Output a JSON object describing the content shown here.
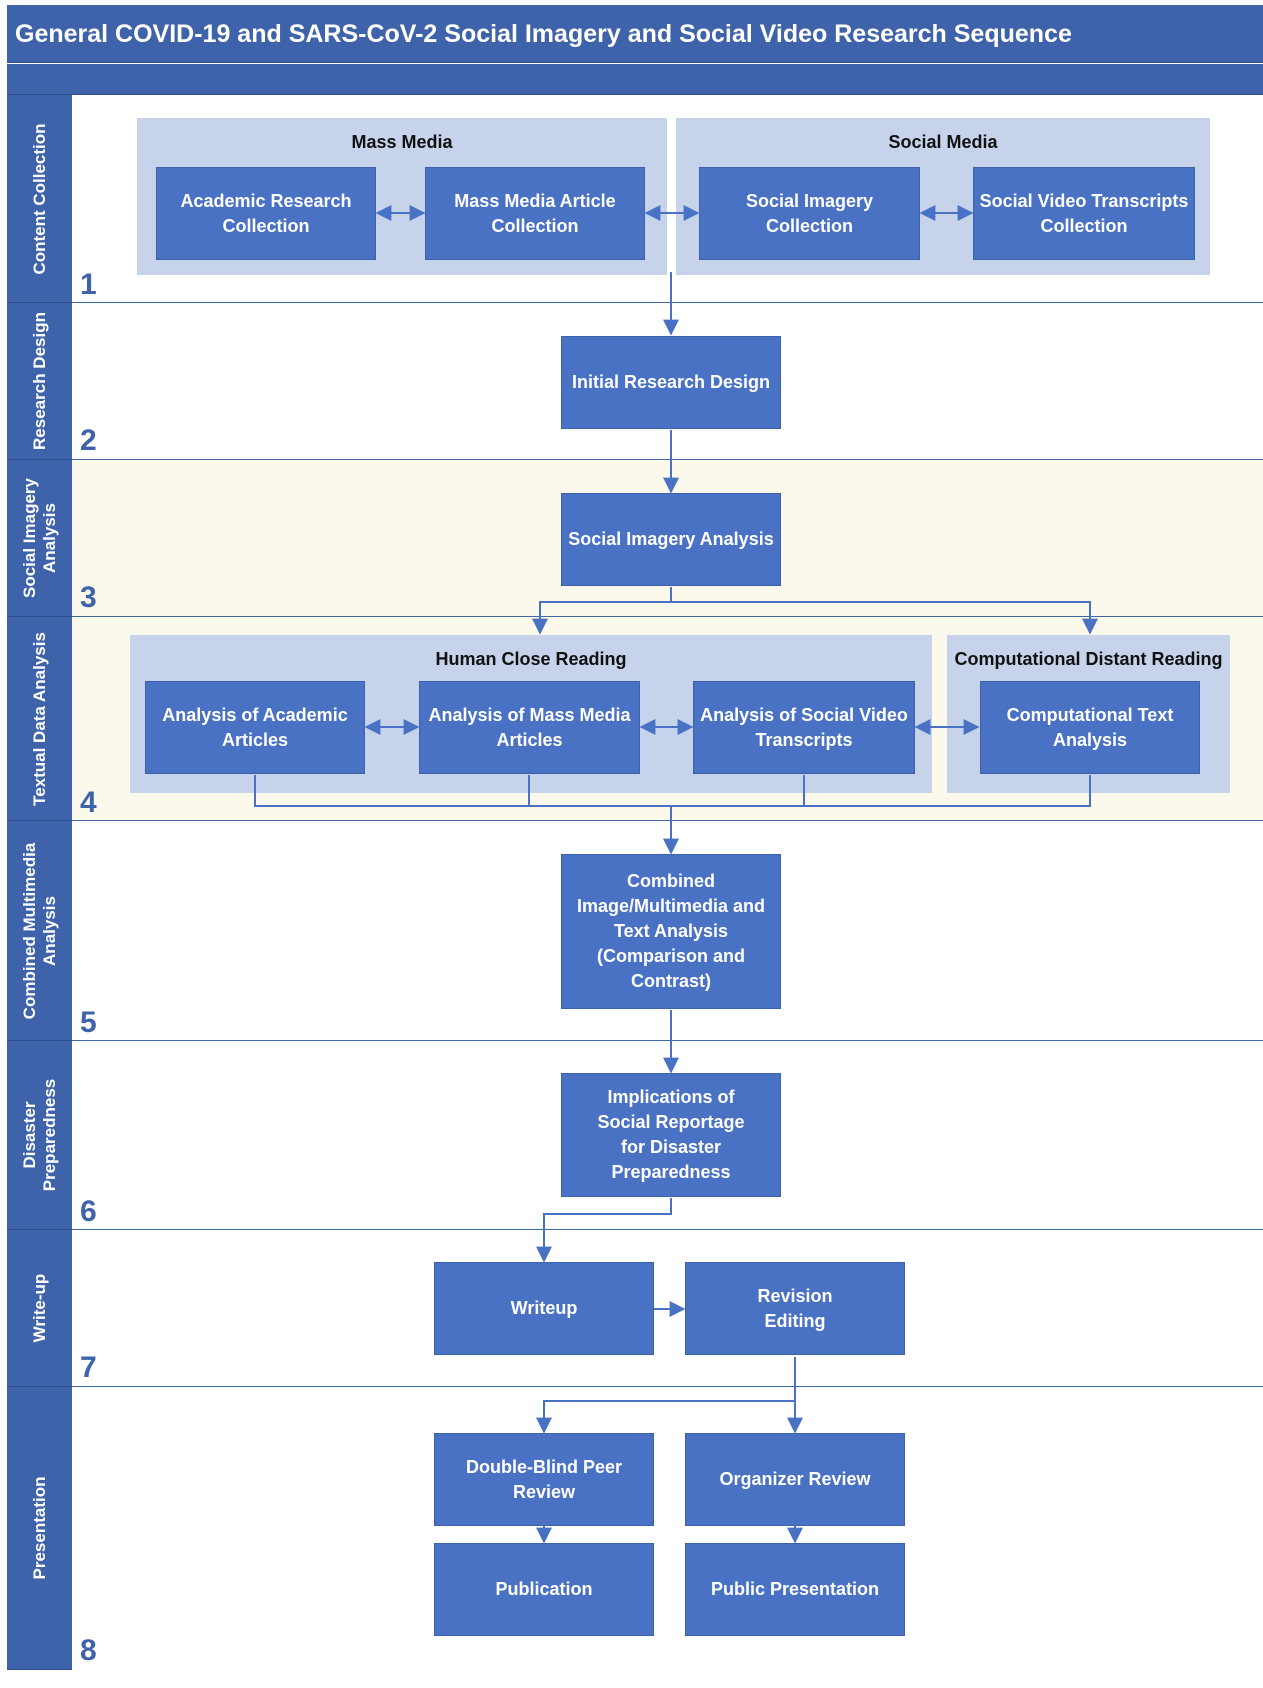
{
  "title": "General COVID-19 and SARS-CoV-2 Social Imagery and Social Video Research Sequence",
  "lanes": [
    {
      "label": "Content Collection",
      "number": "1"
    },
    {
      "label": "Research Design",
      "number": "2"
    },
    {
      "label": "Social Imagery\nAnalysis",
      "number": "3"
    },
    {
      "label": "Textual Data Analysis",
      "number": "4"
    },
    {
      "label": "Combined Multimedia\nAnalysis",
      "number": "5"
    },
    {
      "label": "Disaster\nPreparedness",
      "number": "6"
    },
    {
      "label": "Write-up",
      "number": "7"
    },
    {
      "label": "Presentation",
      "number": "8"
    }
  ],
  "groups": {
    "mass_media": "Mass Media",
    "social_media": "Social Media",
    "human_close_reading": "Human Close Reading",
    "computational_distant_reading": "Computational Distant Reading"
  },
  "nodes": {
    "academic_research_collection": "Academic Research\nCollection",
    "mass_media_article_collection": "Mass Media Article\nCollection",
    "social_imagery_collection": "Social Imagery\nCollection",
    "social_video_transcripts_collection": "Social Video Transcripts\nCollection",
    "initial_research_design": "Initial Research Design",
    "social_imagery_analysis": "Social Imagery Analysis",
    "analysis_academic_articles": "Analysis of Academic\nArticles",
    "analysis_mass_media_articles": "Analysis of Mass Media\nArticles",
    "analysis_social_video_transcripts": "Analysis of Social Video\nTranscripts",
    "computational_text_analysis": "Computational Text\nAnalysis",
    "combined_analysis": "Combined\nImage/Multimedia and\nText Analysis\n(Comparison and\nContrast)",
    "implications": "Implications of\nSocial Reportage\nfor Disaster\nPreparedness",
    "writeup": "Writeup",
    "revision_editing": "Revision\nEditing",
    "double_blind_peer_review": "Double-Blind Peer\nReview",
    "organizer_review": "Organizer Review",
    "publication": "Publication",
    "public_presentation": "Public Presentation"
  }
}
